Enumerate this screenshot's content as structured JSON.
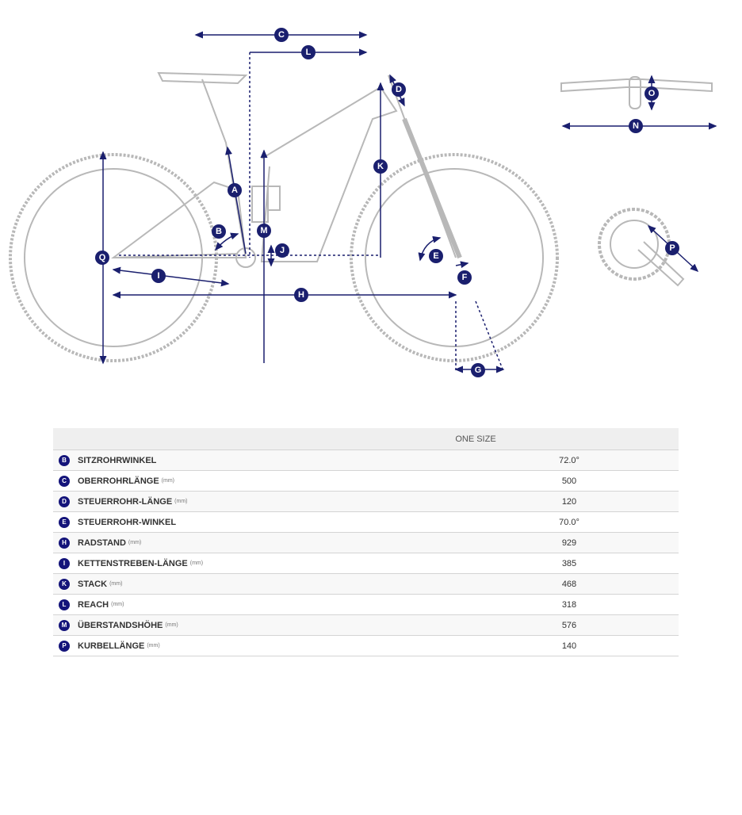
{
  "diagram": {
    "labels": [
      "C",
      "L",
      "D",
      "K",
      "A",
      "B",
      "M",
      "J",
      "Q",
      "I",
      "H",
      "E",
      "F",
      "G",
      "O",
      "N",
      "P"
    ],
    "colors": {
      "dimension": "#1a1f6e",
      "frame": "#b8b8b8"
    }
  },
  "table": {
    "header": "ONE SIZE",
    "rows": [
      {
        "badge": "B",
        "name": "SITZROHRWINKEL",
        "unit": "",
        "value": "72.0°"
      },
      {
        "badge": "C",
        "name": "OBERROHRLÄNGE",
        "unit": "(mm)",
        "value": "500"
      },
      {
        "badge": "D",
        "name": "STEUERROHR-LÄNGE",
        "unit": "(mm)",
        "value": "120"
      },
      {
        "badge": "E",
        "name": "STEUERROHR-WINKEL",
        "unit": "",
        "value": "70.0°"
      },
      {
        "badge": "H",
        "name": "RADSTAND",
        "unit": "(mm)",
        "value": "929"
      },
      {
        "badge": "I",
        "name": "KETTENSTREBEN-LÄNGE",
        "unit": "(mm)",
        "value": "385"
      },
      {
        "badge": "K",
        "name": "STACK",
        "unit": "(mm)",
        "value": "468"
      },
      {
        "badge": "L",
        "name": "REACH",
        "unit": "(mm)",
        "value": "318"
      },
      {
        "badge": "M",
        "name": "ÜBERSTANDSHÖHE",
        "unit": "(mm)",
        "value": "576"
      },
      {
        "badge": "P",
        "name": "KURBELLÄNGE",
        "unit": "(mm)",
        "value": "140"
      }
    ]
  }
}
